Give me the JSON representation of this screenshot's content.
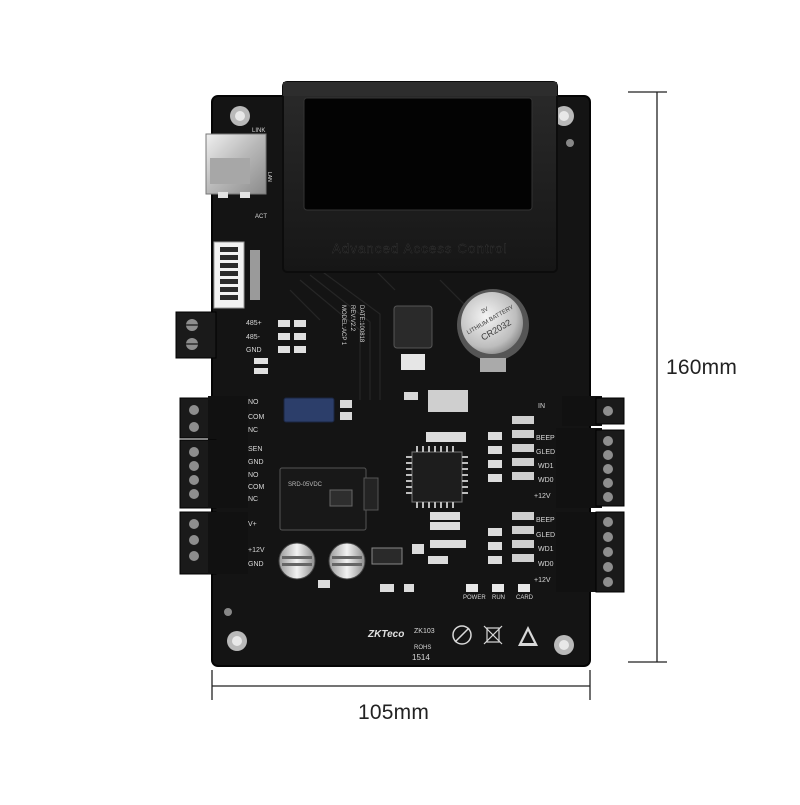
{
  "dimensions": {
    "height_label": "160mm",
    "width_label": "105mm"
  },
  "lcd": {
    "bezel_text": "Advanced Access Control"
  },
  "ethernet": {
    "link_label": "LINK",
    "lan_label": "LAN",
    "act_label": "ACT"
  },
  "model_block": {
    "line1": "MODEL:ACP 1",
    "line2": "REV:V2.2",
    "line3": "DATE:100818"
  },
  "battery": {
    "line1": "3V",
    "line2": "LITHIUM BATTERY",
    "line3": "CR2032"
  },
  "left_terminals": {
    "rs485_a": "485+",
    "rs485_b": "485-",
    "gnd1": "GND",
    "no1": "NO",
    "com1": "COM",
    "nc1": "NC",
    "sen": "SEN",
    "gnd2": "GND",
    "no2": "NO",
    "com2": "COM",
    "nc2": "NC",
    "v_plus": "V+",
    "v12": "+12V",
    "gnd3": "GND"
  },
  "right_terminals": {
    "top_in": "IN",
    "beep1": "BEEP",
    "gled1": "GLED",
    "wd1_a": "WD1",
    "wd0_a": "WD0",
    "v12_a": "+12V",
    "beep2": "BEEP",
    "gled2": "GLED",
    "wd1_b": "WD1",
    "wd0_b": "WD0",
    "v12_b": "+12V"
  },
  "leds": {
    "power": "POWER",
    "run": "RUN",
    "card": "CARD"
  },
  "branding": {
    "logo": "ZKTeco",
    "model": "ZK103",
    "rohs": "ROHS",
    "code": "1514",
    "relay_text": "SRD-05VDC"
  },
  "colors": {
    "pcb": "#141414",
    "pcb_edge": "#0a0a0a",
    "silk": "#d8d8d8",
    "metal": "#c9c9c9",
    "lcd_glass": "#050505",
    "bezel": "#1e1e1e"
  }
}
